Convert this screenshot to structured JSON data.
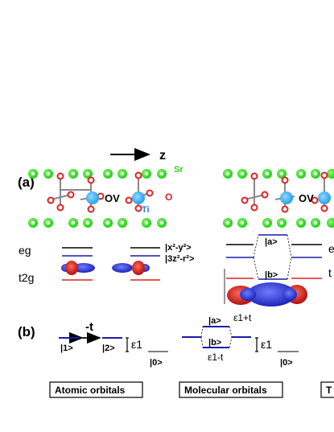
{
  "panel_a": {
    "label": "(a)",
    "axis_label": "z",
    "atom_labels": {
      "sr": "Sr",
      "ti": "Ti",
      "o": "O",
      "ov_left": "OV",
      "ov_right": "OV"
    },
    "level_labels": {
      "eg": "eg",
      "t2g": "t2g",
      "eg_right_partial": "e",
      "t2g_right_partial": "t"
    },
    "orbital_labels": {
      "x2y2": "|x²-y²>",
      "z2r2": "|3z²-r²>",
      "a": "|a>",
      "b": "|b>"
    },
    "colors": {
      "sr": "#33dd22",
      "ti": "#33aaee",
      "o": "#dd2222",
      "eg_line": "#000000",
      "blue_level": "#1a1aaa",
      "red_level": "#e02020"
    }
  },
  "panel_b": {
    "label": "(b)",
    "atomic": {
      "hopping": "-t",
      "state1": "|1>",
      "state2": "|2>",
      "eps": "ε1",
      "vacancy_state": "|0>",
      "box_title": "Atomic orbitals"
    },
    "molecular": {
      "state_a": "|a>",
      "state_b": "|b>",
      "eps_plus": "ε1+t",
      "eps_minus": "ε1-t",
      "eps": "ε1",
      "vacancy_state": "|0>",
      "box_title": "Molecular orbitals"
    },
    "partial_box_title": "T"
  }
}
